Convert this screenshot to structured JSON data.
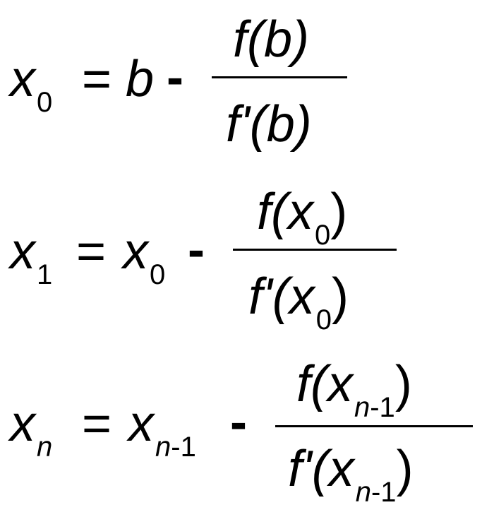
{
  "equations": [
    {
      "lhs_var": "x",
      "lhs_sub": "0",
      "equals": "=",
      "rhs_term_var": "b",
      "rhs_term_sub": "",
      "minus": "-",
      "numerator": "f(b)",
      "denominator": "f'(b)"
    },
    {
      "lhs_var": "x",
      "lhs_sub": "1",
      "equals": "=",
      "rhs_term_var": "x",
      "rhs_term_sub": "0",
      "minus": "-",
      "num_fn": "f(",
      "num_var": "x",
      "num_sub": "0",
      "num_close": ")",
      "den_fn": "f'(",
      "den_var": "x",
      "den_sub": "0",
      "den_close": ")"
    },
    {
      "lhs_var": "x",
      "lhs_sub": "n",
      "equals": "=",
      "rhs_term_var": "x",
      "rhs_term_sub_n": "n",
      "rhs_term_sub_rest": "-1",
      "minus": "-",
      "num_fn": "f(",
      "num_var": "x",
      "num_sub_n": "n",
      "num_sub_rest": "-1",
      "num_close": ")",
      "den_fn": "f'(",
      "den_var": "x",
      "den_sub_n": "n",
      "den_sub_rest": "-1",
      "den_close": ")"
    }
  ]
}
